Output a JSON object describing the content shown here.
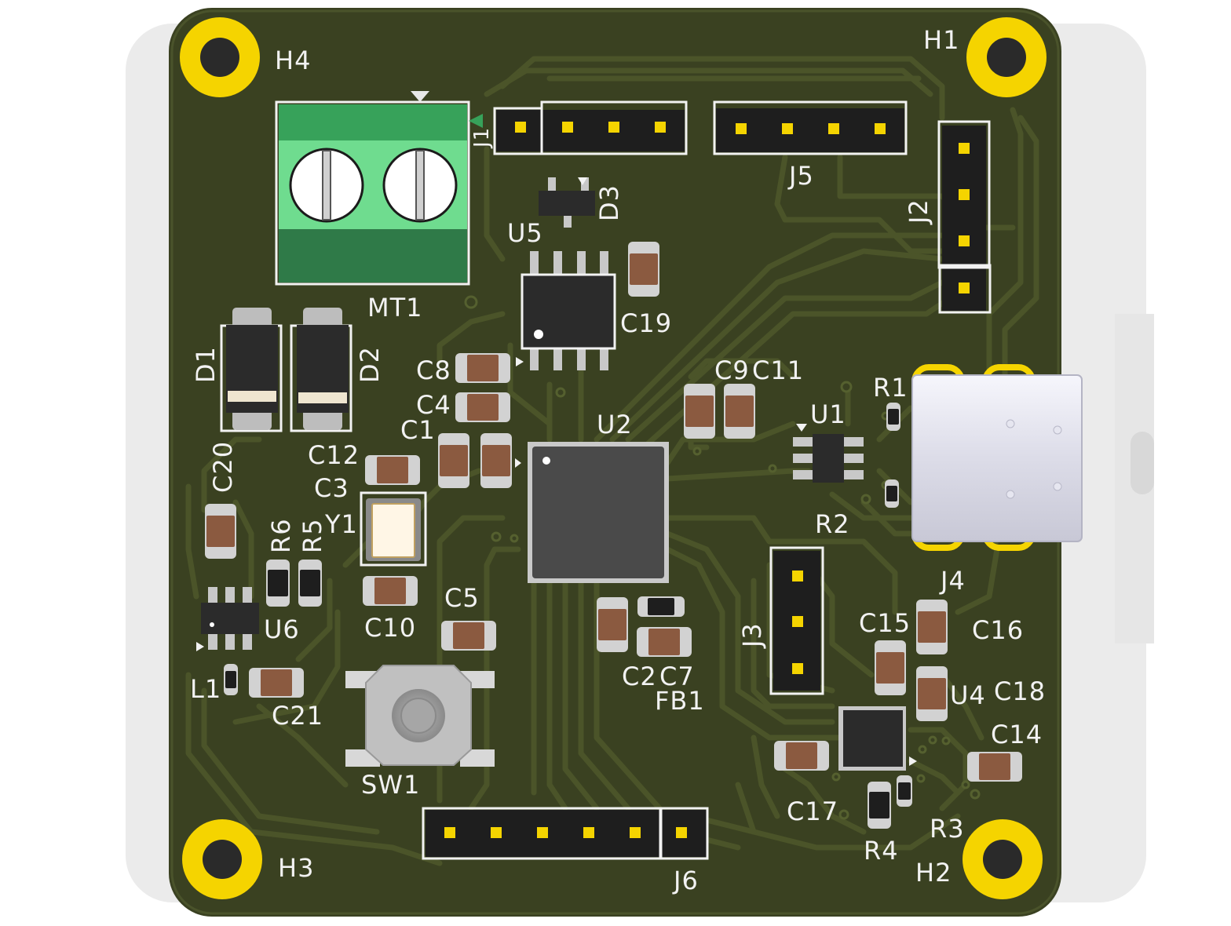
{
  "board": {
    "colors": {
      "soldermask": "#3a4121",
      "trace": "#475028",
      "silkscreen": "#f2f2f2",
      "pad_gold": "#f5d400",
      "terminal_green": "#37a25a",
      "header_black": "#1e1e1e",
      "usb_metal": "#e6e6f0"
    },
    "mounting_holes": {
      "H1": "H1",
      "H2": "H2",
      "H3": "H3",
      "H4": "H4"
    },
    "connectors": {
      "J1": "J1",
      "J2": "J2",
      "J3": "J3",
      "J4": "J4",
      "J5": "J5",
      "J6": "J6",
      "MT1": "MT1"
    },
    "ics": {
      "U1": "U1",
      "U2": "U2",
      "U4": "U4",
      "U5": "U5",
      "U6": "U6"
    },
    "capacitors": {
      "C1": "C1",
      "C2": "C2",
      "C3": "C3",
      "C4": "C4",
      "C5": "C5",
      "C7": "C7",
      "C8": "C8",
      "C9": "C9",
      "C10": "C10",
      "C11": "C11",
      "C12": "C12",
      "C14": "C14",
      "C15": "C15",
      "C16": "C16",
      "C17": "C17",
      "C18": "C18",
      "C19": "C19",
      "C20": "C20",
      "C21": "C21"
    },
    "resistors": {
      "R1": "R1",
      "R2": "R2",
      "R3": "R3",
      "R4": "R4",
      "R5": "R5",
      "R6": "R6"
    },
    "misc": {
      "D1": "D1",
      "D2": "D2",
      "D3": "D3",
      "L1": "L1",
      "FB1": "FB1",
      "Y1": "Y1",
      "SW1": "SW1"
    }
  }
}
